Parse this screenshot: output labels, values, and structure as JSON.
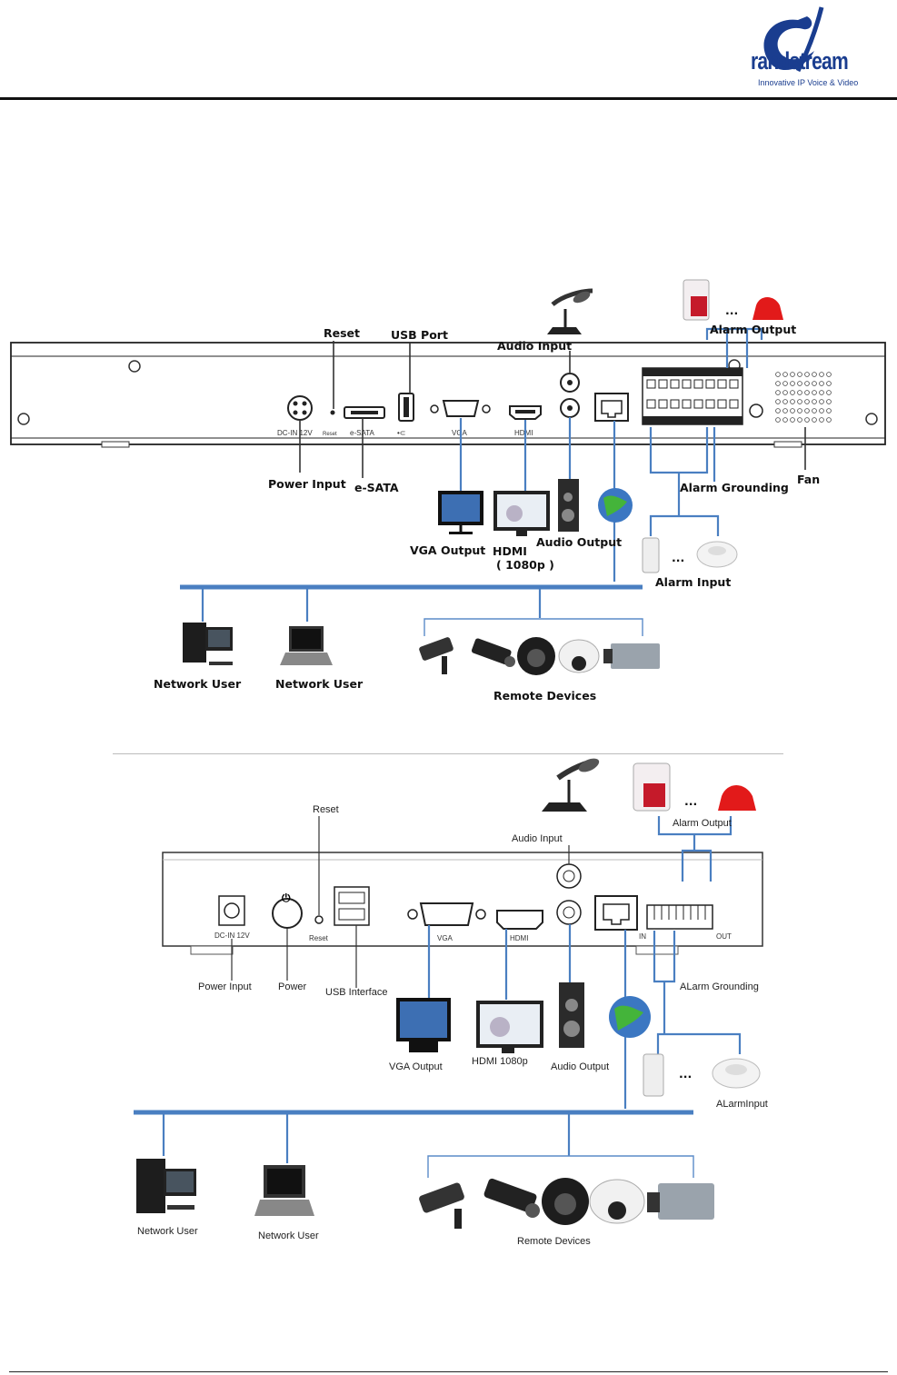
{
  "header": {
    "brand": "randstream",
    "tagline": "Innovative IP Voice & Video"
  },
  "diagram1": {
    "labels": {
      "reset": "Reset",
      "usb_port": "USB Port",
      "audio_input": "Audio Input",
      "alarm_output": "Alarm Output",
      "power_input": "Power Input",
      "esata": "e-SATA",
      "alarm_grounding": "Alarm Grounding",
      "fan": "Fan",
      "vga_output": "VGA Output",
      "hdmi": "HDMI",
      "hdmi_res": "( 1080p )",
      "audio_output": "Audio Output",
      "alarm_input": "Alarm Input",
      "network_user_1": "Network User",
      "network_user_2": "Network User",
      "remote_devices": "Remote Devices",
      "ellipsis": "..."
    },
    "panel_text": {
      "dcin": "DC-IN 12V",
      "reset_small": "Reset",
      "esata_small": "e-SATA",
      "vga_small": "VGA",
      "hdmi_small": "HDMI"
    }
  },
  "diagram2": {
    "labels": {
      "reset": "Reset",
      "audio_input": "Audio Input",
      "alarm_output": "Alarm Output",
      "power_input": "Power Input",
      "power": "Power",
      "usb_interface": "USB Interface",
      "alarm_grounding": "ALarm Grounding",
      "vga_output": "VGA Output",
      "hdmi": "HDMI 1080p",
      "audio_output": "Audio Output",
      "alarm_input": "ALarmInput",
      "network_user_1": "Network User",
      "network_user_2": "Network User",
      "remote_devices": "Remote Devices",
      "ellipsis": "..."
    },
    "panel_text": {
      "dcin": "DC-IN 12V",
      "reset_small": "Reset",
      "vga_small": "VGA",
      "hdmi_small": "HDMI",
      "in": "IN",
      "out": "OUT"
    }
  }
}
